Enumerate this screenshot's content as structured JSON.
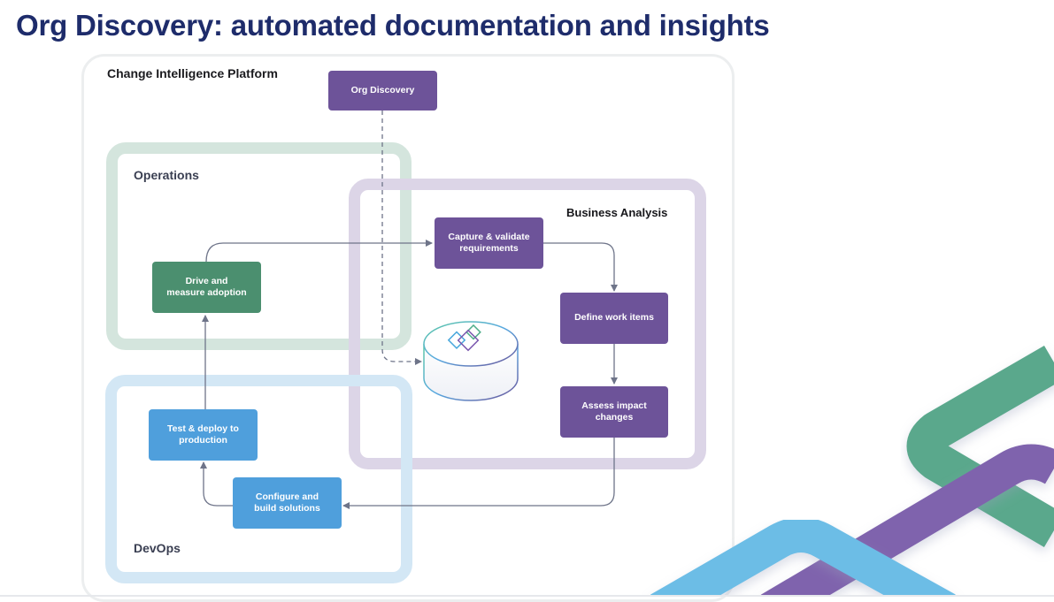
{
  "slide": {
    "title": "Org Discovery: automated documentation and insights"
  },
  "diagram": {
    "platform_label": "Change Intelligence Platform",
    "zones": {
      "operations": "Operations",
      "business_analysis": "Business Analysis",
      "devops": "DevOps"
    },
    "nodes": {
      "org_discovery": "Org Discovery",
      "capture_requirements": "Capture & validate\nrequirements",
      "define_work_items": "Define work items",
      "assess_impact": "Assess impact\nchanges",
      "configure_build": "Configure and\nbuild solutions",
      "test_deploy": "Test & deploy to\nproduction",
      "drive_adoption": "Drive and\nmeasure adoption"
    },
    "central_icon": "database-cylinder-icon",
    "colors": {
      "title": "#1e2c6b",
      "purple_node": "#6d5399",
      "green_node": "#4b8f6f",
      "blue_node": "#4f9fdc",
      "operations_zone": "#d4e5dd",
      "business_analysis_zone": "#dcd5e7",
      "devops_zone": "#d3e7f5",
      "connector": "#6e7489"
    }
  }
}
